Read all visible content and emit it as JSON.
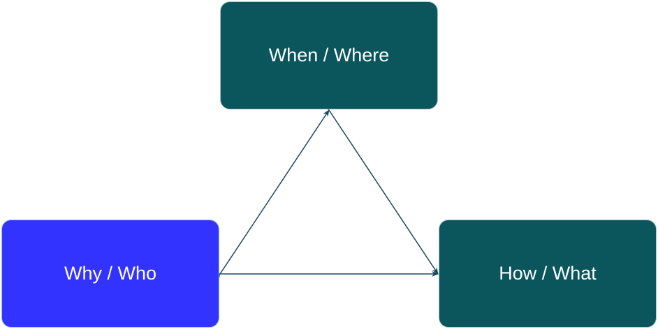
{
  "nodes": {
    "top": {
      "label": "When / Where",
      "color": "#0b555c"
    },
    "left": {
      "label": "Why / Who",
      "color": "#3333ff"
    },
    "right": {
      "label": "How / What",
      "color": "#0b555c"
    }
  },
  "edge_color": "#18485a"
}
